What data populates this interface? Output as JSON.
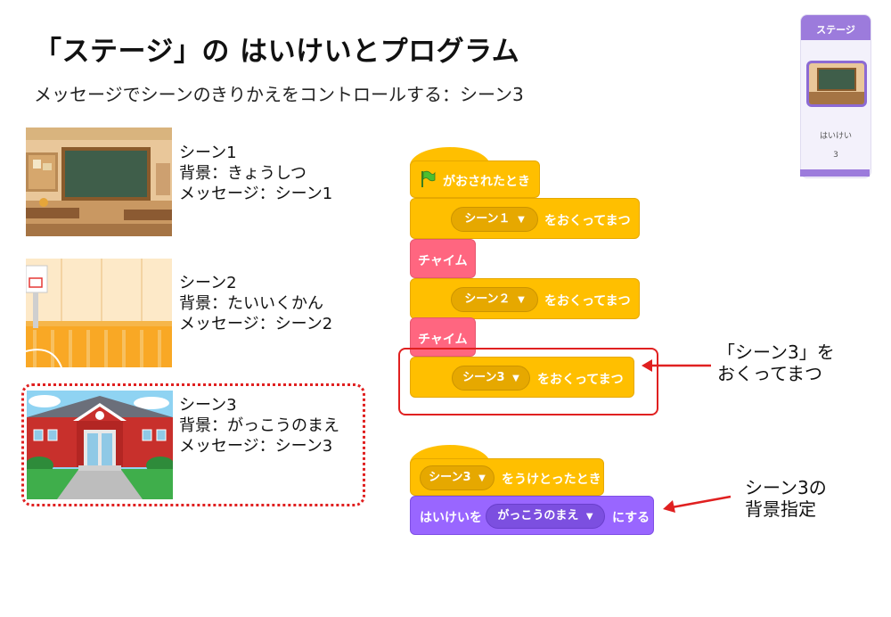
{
  "title": "「ステージ」の はいけいとプログラム",
  "subtitle": "メッセージでシーンのきりかえをコントロールする：シーン3",
  "scenes": [
    {
      "name": "シーン1",
      "bg": "背景：きょうしつ",
      "msg": "メッセージ：シーン1"
    },
    {
      "name": "シーン2",
      "bg": "背景：たいいくかん",
      "msg": "メッセージ：シーン2"
    },
    {
      "name": "シーン3",
      "bg": "背景：がっこうのまえ",
      "msg": "メッセージ：シーン3"
    }
  ],
  "stage_panel": {
    "header": "ステージ",
    "backdrop_label": "はいけい",
    "backdrop_count": "3"
  },
  "blocks": {
    "green_flag_label": "がおされたとき",
    "broadcast1": {
      "message": "シーン１",
      "suffix": "をおくってまつ"
    },
    "chime1": "チャイム",
    "broadcast2": {
      "message": "シーン２",
      "suffix": "をおくってまつ"
    },
    "chime2": "チャイム",
    "broadcast3": {
      "message": "シーン3",
      "suffix": "をおくってまつ"
    },
    "receive": {
      "message": "シーン3",
      "suffix": "をうけとったとき"
    },
    "switch_backdrop": {
      "prefix": "はいけいを",
      "value": "がっこうのまえ",
      "suffix": "にする"
    }
  },
  "callouts": {
    "send_line1": "「シーン3」を",
    "send_line2": "おくってまつ",
    "bg_line1": "シーン3の",
    "bg_line2": "背景指定"
  },
  "colors": {
    "events": "#ffbf00",
    "sound": "#ff6680",
    "looks": "#9966ff",
    "highlight": "#e02020"
  },
  "icons": {
    "flag": "green-flag-icon",
    "dropdown": "caret-down-icon"
  }
}
